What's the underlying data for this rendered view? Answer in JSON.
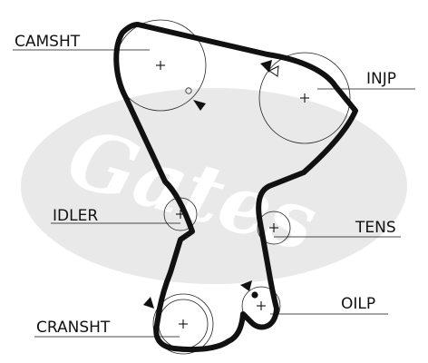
{
  "watermark": {
    "text": "Gates",
    "color": "#e9e9e9"
  },
  "components": [
    {
      "key": "camshaft",
      "label": "CAMSHT"
    },
    {
      "key": "injection-pump",
      "label": "INJP"
    },
    {
      "key": "idler",
      "label": "IDLER"
    },
    {
      "key": "tensioner",
      "label": "TENS"
    },
    {
      "key": "crankshaft",
      "label": "CRANSHT"
    },
    {
      "key": "oil-pump",
      "label": "OILP"
    }
  ],
  "colors": {
    "belt": "#111111",
    "line": "#111111",
    "background": "#ffffff"
  }
}
